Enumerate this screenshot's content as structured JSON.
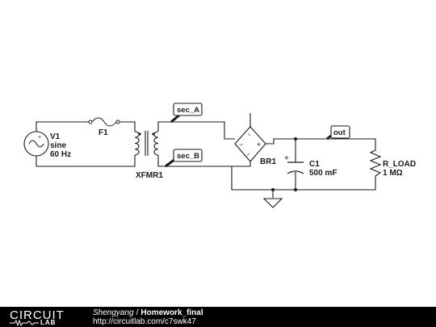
{
  "circuit": {
    "source": {
      "name": "V1",
      "type": "sine",
      "freq": "60 Hz"
    },
    "fuse": {
      "name": "F1"
    },
    "transformer": {
      "name": "XFMR1"
    },
    "bridge": {
      "name": "BR1",
      "pin_minus": "−",
      "pin_plus": "+",
      "pin_ac1": "~",
      "pin_ac2": "~"
    },
    "capacitor": {
      "name": "C1",
      "value": "500 mF",
      "polarity": "+"
    },
    "load": {
      "name": "R_LOAD",
      "value": "1 MΩ"
    },
    "net_labels": {
      "sec_a": "sec_A",
      "sec_b": "sec_B",
      "out": "out"
    }
  },
  "footer": {
    "logo_top": "CIRCUIT",
    "logo_bottom": "LAB",
    "author": "Shengyang",
    "separator": "/",
    "title": "Homework_final",
    "url": "http://circuitlab.com/c7swk47"
  }
}
